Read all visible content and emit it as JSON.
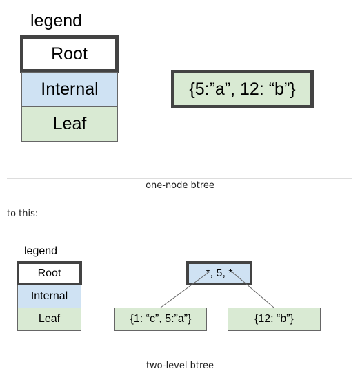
{
  "figure1": {
    "legend_title": "legend",
    "legend_root": "Root",
    "legend_internal": "Internal",
    "legend_leaf": "Leaf",
    "node": "{5:”a”, 12: “b”}",
    "caption": "one-node btree"
  },
  "transition_text": "to this:",
  "figure2": {
    "legend_title": "legend",
    "legend_root": "Root",
    "legend_internal": "Internal",
    "legend_leaf": "Leaf",
    "root_node": "*, 5, *",
    "leaf_left": "{1: “c”, 5:”a”}",
    "leaf_right": "{12: “b”}",
    "caption": "two-level btree"
  }
}
